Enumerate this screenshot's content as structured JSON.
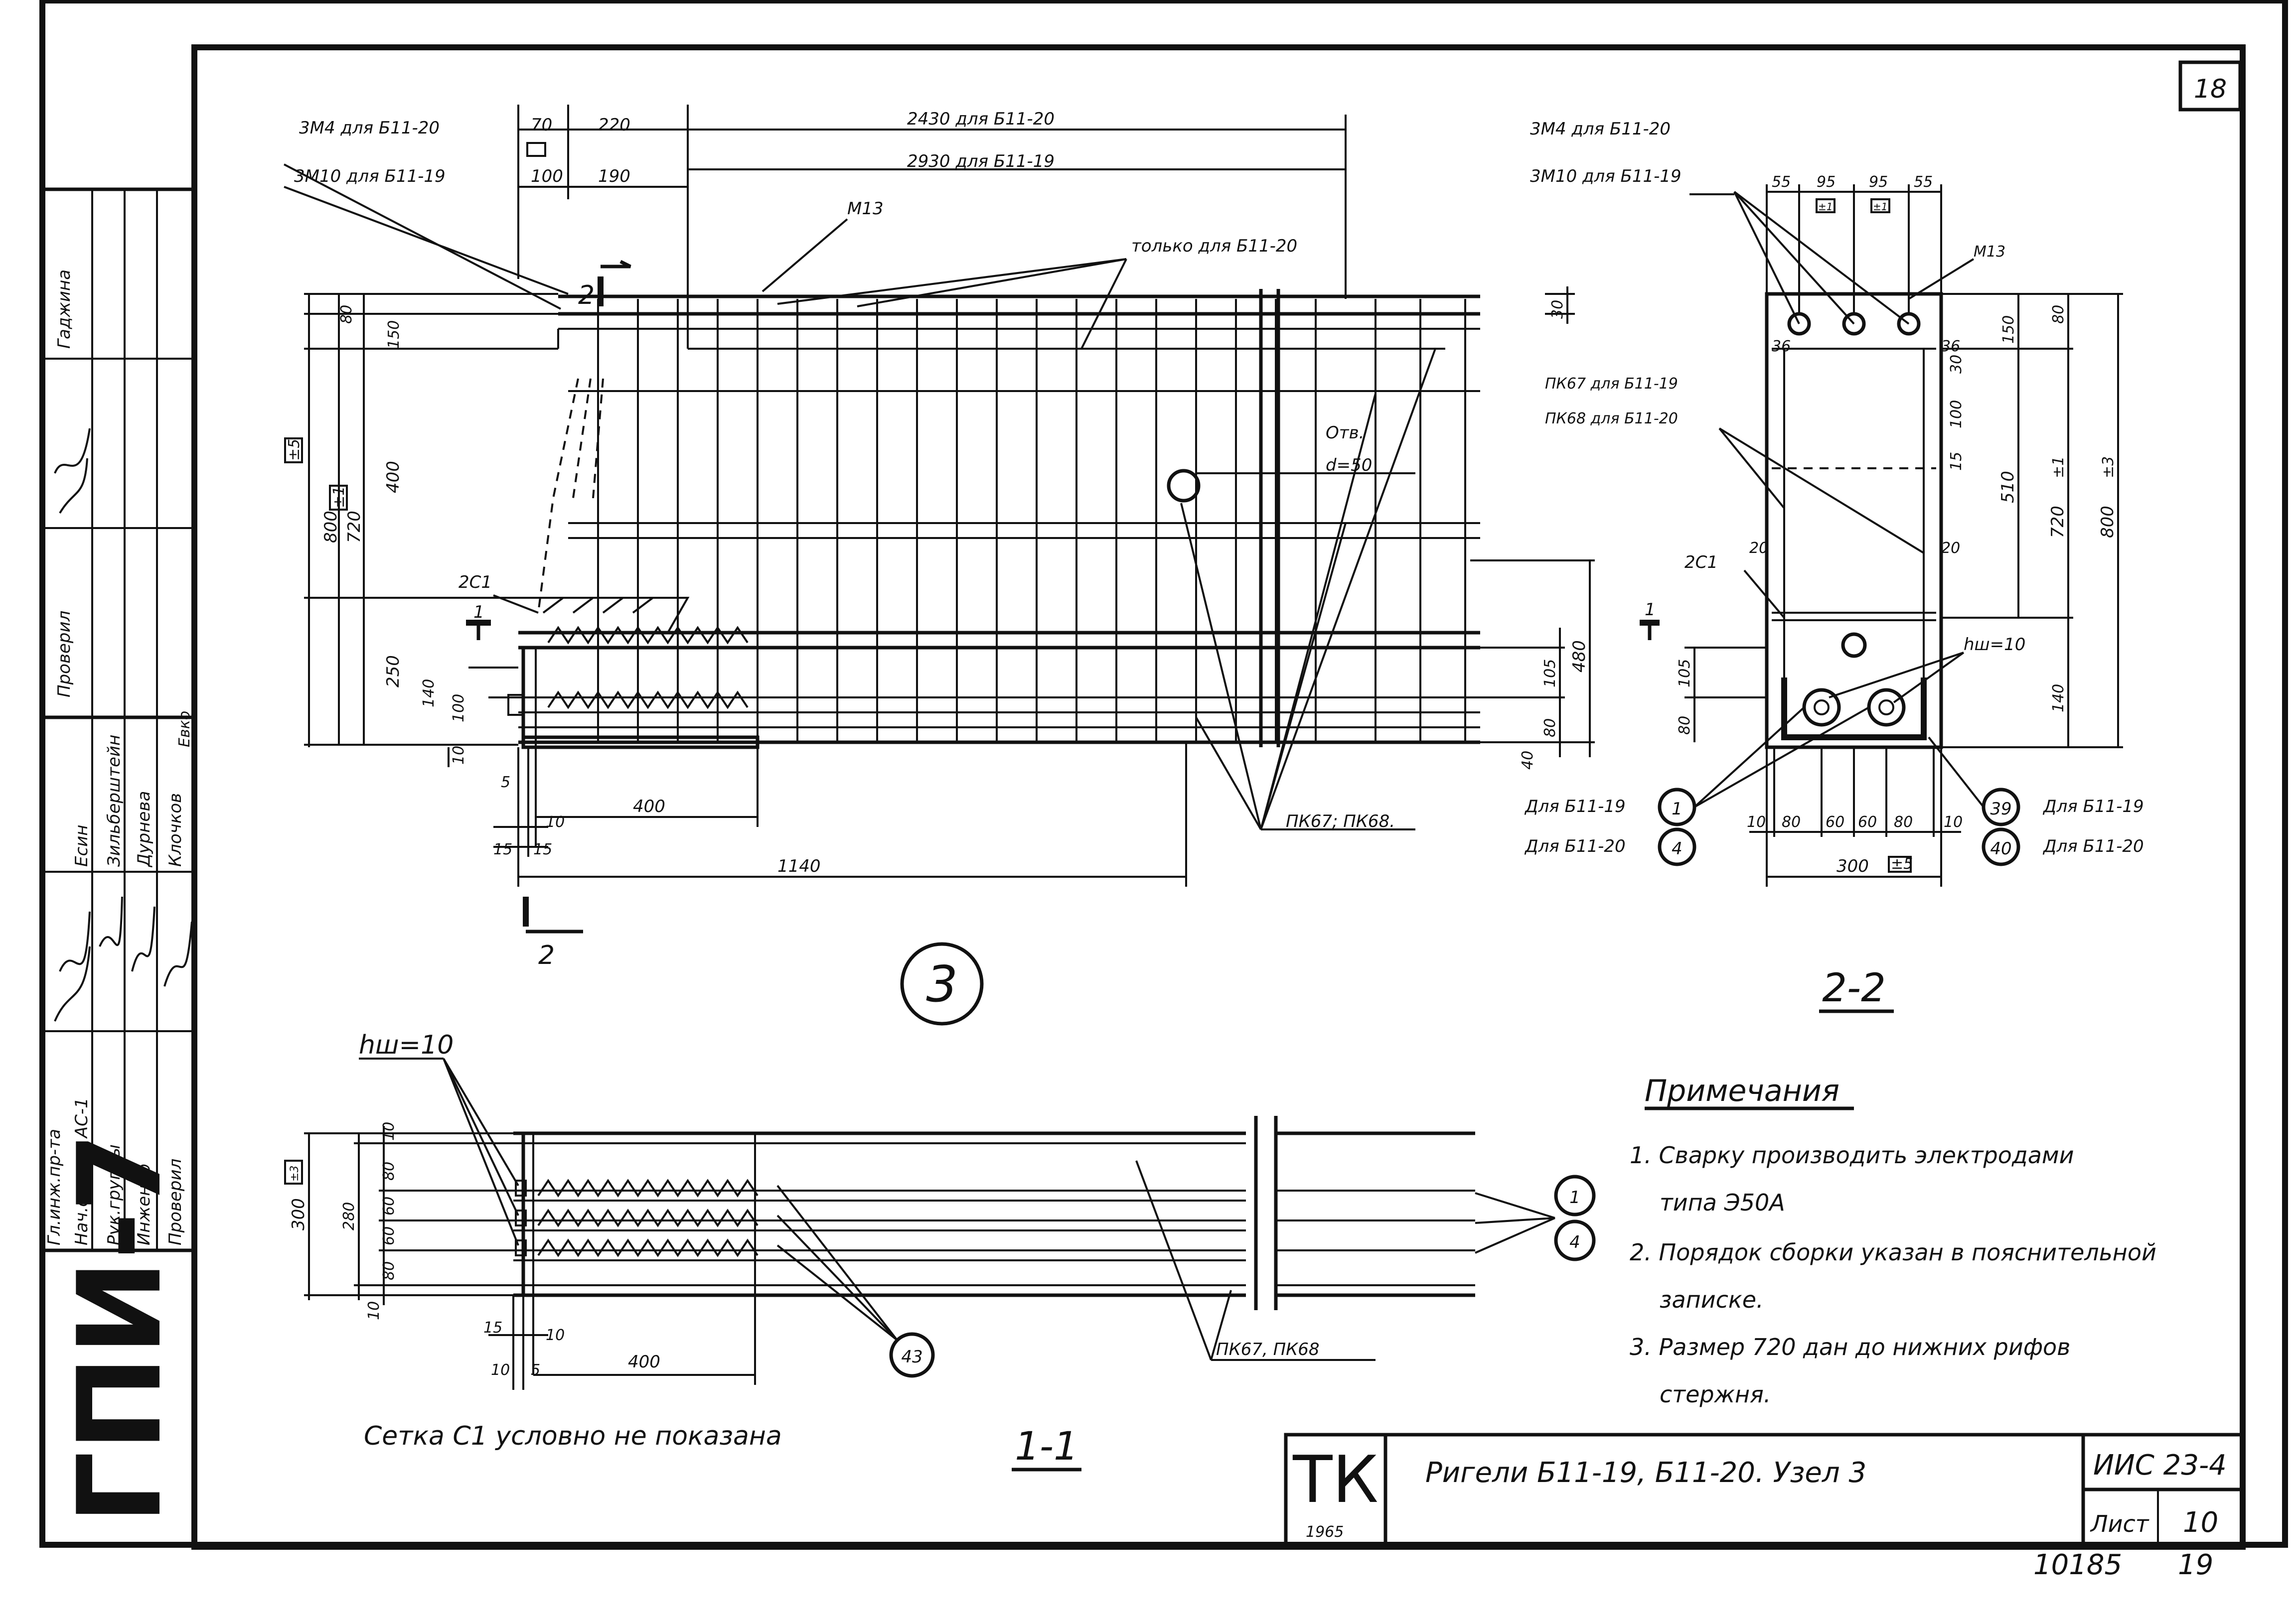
{
  "sheet_number": "18",
  "stamp": {
    "code": "ГПИ-7",
    "roles": [
      "Гл.инж.пр-та",
      "Нач.отдела АС-1",
      "Рук.группы",
      "Инженер",
      "Проверил"
    ],
    "names": [
      "Есин",
      "Зильберштейн",
      "Дурнева",
      "Клочков",
      "Евко"
    ],
    "left_header_a": "Гаджина",
    "left_header_b": "Проверил"
  },
  "elevation": {
    "top_labels": {
      "zm4": "3М4 для Б11-20",
      "zm10": "3М10 для Б11-19",
      "d70": "70",
      "d100": "100",
      "d220": "220",
      "d190": "190",
      "d2430": "2430 для Б11-20",
      "d2930": "2930 для Б11-19",
      "m13": "М13",
      "only_b1120": "только для Б11-20",
      "d30": "30"
    },
    "left_dims": {
      "d800": "800",
      "d720": "720",
      "d80": "80",
      "d150": "150",
      "d400": "400",
      "d250": "250",
      "d140": "140",
      "d100": "100",
      "d10": "10",
      "tol5": "±5",
      "tol1": "±1"
    },
    "hole_label": "Отв.",
    "hole_dia": "d=50",
    "right_dims": {
      "d480": "480",
      "d105": "105",
      "d80": "80",
      "d40": "40"
    },
    "mark_2c1": "2С1",
    "mark_1": "1",
    "mark_2": "2",
    "bottom_dims": {
      "d5": "5",
      "d10": "10",
      "d15a": "15",
      "d15b": "15",
      "d400": "400",
      "d1140": "1140"
    },
    "pk_label": "ПК67; ПК68."
  },
  "node_number": "3",
  "section_22": {
    "title": "2-2",
    "zm4": "3М4 для Б11-20",
    "zm10": "3М10 для Б11-19",
    "top_dims": [
      "55",
      "95",
      "95",
      "55"
    ],
    "tol_a": "±1",
    "tol_b": "±1",
    "m13": "М13",
    "d36a": "36",
    "d36b": "36",
    "pk67": "ПК67 для Б11-19",
    "pk68": "ПК68 для Б11-20",
    "d30": "30",
    "d100": "100",
    "d15": "15",
    "d20a": "20",
    "d20b": "20",
    "mark_2c1": "2С1",
    "hw": "hш=10",
    "left_dims": {
      "d105": "105",
      "d80": "80"
    },
    "right_dims": {
      "d80": "80",
      "d150": "150",
      "d510": "510",
      "d720": "720",
      "d800": "800",
      "d140": "140",
      "tol1": "±1",
      "tol3": "±3"
    },
    "bottom_dims": [
      "10",
      "80",
      "60",
      "60",
      "80",
      "10"
    ],
    "width": "300",
    "width_tol": "±5",
    "pos_left": [
      {
        "num": "1",
        "text": "Для Б11-19"
      },
      {
        "num": "4",
        "text": "Для Б11-20"
      }
    ],
    "pos_right": [
      {
        "num": "39",
        "text": "Для Б11-19"
      },
      {
        "num": "40",
        "text": "Для Б11-20"
      }
    ]
  },
  "plan_11": {
    "title": "1-1",
    "hw": "hш=10",
    "left_dims": {
      "d300": "300",
      "d280": "280",
      "tol": "±3",
      "rows": [
        "10",
        "80",
        "60",
        "60",
        "80",
        "10"
      ]
    },
    "bottom_dims": {
      "d15": "15",
      "d10a": "10",
      "d10b": "10",
      "d5": "5",
      "d400": "400"
    },
    "mark_43": "43",
    "pk_label": "ПК67, ПК68",
    "pos_1": "1",
    "pos_4": "4",
    "caption": "Сетка С1 условно не показана"
  },
  "notes": {
    "heading": "Примечания",
    "lines": [
      "1. Сварку производить электродами",
      "типа   Э50А",
      "2. Порядок сборки указан в пояснительной",
      "записке.",
      "3. Размер 720 дан до нижних рифов",
      "стержня."
    ]
  },
  "title_block": {
    "tk": "ТК",
    "year": "1965",
    "title": "Ригели Б11-19, Б11-20.  Узел 3",
    "series": "ИИС 23-4",
    "sheet_label": "Лист",
    "sheet_no": "10",
    "footer_a": "10185",
    "footer_b": "19"
  }
}
